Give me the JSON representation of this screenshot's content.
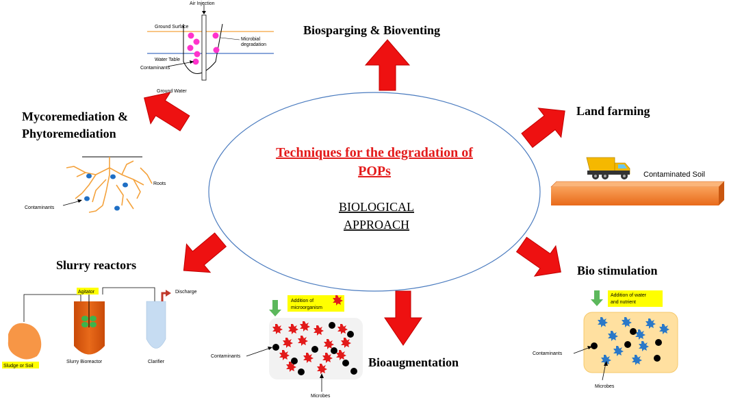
{
  "center": {
    "title_line1": "Techniques for the degradation of",
    "title_line2": "POPs",
    "subtitle_line1": "BIOLOGICAL",
    "subtitle_line2": "APPROACH"
  },
  "techniques": {
    "biosparging": {
      "label": "Biosparging & Bioventing",
      "air_injection": "Air Injection",
      "ground_surface": "Ground Surface",
      "microbial_degradation_1": "Microbial",
      "microbial_degradation_2": "degradation",
      "water_table": "Water Table",
      "contaminants": "Contaminants",
      "ground_water": "Ground Water"
    },
    "landfarming": {
      "label": "Land farming",
      "contaminated_soil": "Contaminated Soil"
    },
    "myco": {
      "label_line1": "Mycoremediation &",
      "label_line2": "Phytoremediation",
      "roots": "Roots",
      "contaminants": "Contaminants"
    },
    "slurry": {
      "label": "Slurry reactors",
      "agitator": "Agitator",
      "discharge": "Discharge",
      "sludge": "Sludge or Soil",
      "bioreactor": "Slurry Bioreactor",
      "clarifier": "Clarifier"
    },
    "bioaugmentation": {
      "label": "Bioaugmentation",
      "addition_line1": "Addition of",
      "addition_line2": "microorganism",
      "contaminants": "Contaminants",
      "microbes": "Microbes"
    },
    "biostimulation": {
      "label": "Bio stimulation",
      "addition_line1": "Addition of water",
      "addition_line2": "and nutrient",
      "contaminants": "Contaminants",
      "microbes": "Microbes"
    }
  },
  "colors": {
    "arrow": "#ee1111",
    "ellipse": "#4a7bbf",
    "center_title": "#e31b1b",
    "highlight": "#ffff00",
    "pink_dot": "#ff33cc",
    "blue_dot": "#1f6fc5",
    "root": "#f4a23c",
    "soil": "#f47a2a",
    "slurry_box": "#ffe0a0"
  }
}
